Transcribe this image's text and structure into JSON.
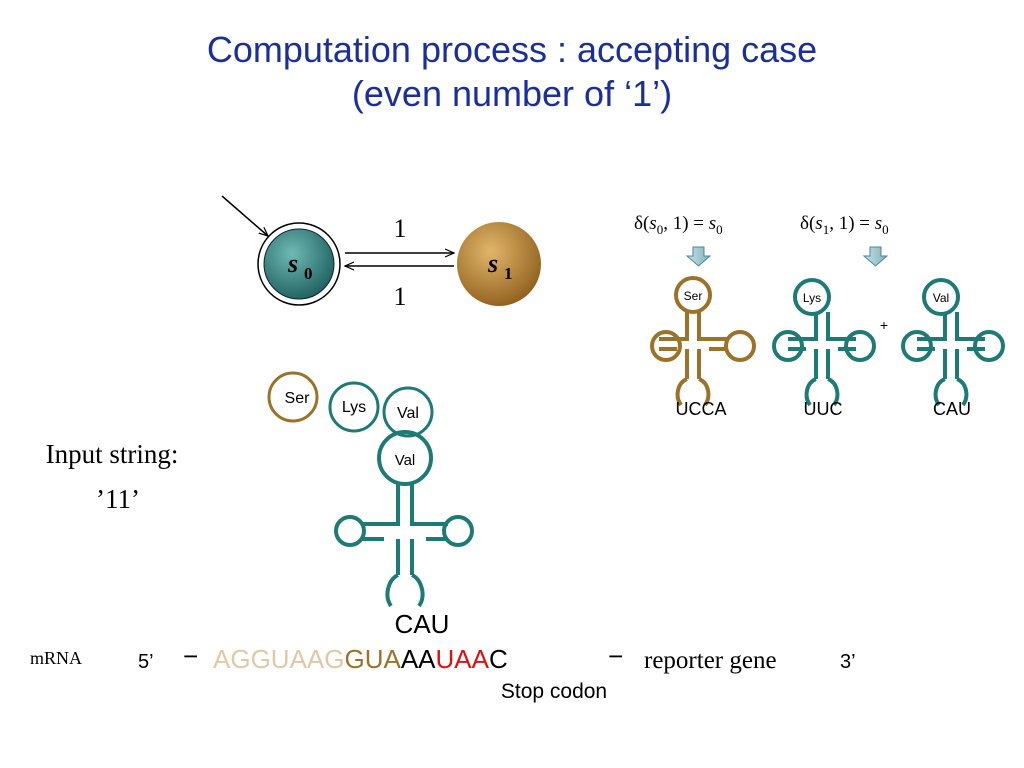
{
  "slide": {
    "title_line1": "Computation process : accepting case",
    "title_line2": "(even number of ‘1’)"
  },
  "automaton": {
    "state0": {
      "letter": "s",
      "index": "0",
      "color": "#2a8080"
    },
    "state1": {
      "letter": "s",
      "index": "1",
      "color": "#b5822e"
    },
    "edge_top_label": "1",
    "edge_bottom_label": "1"
  },
  "transitions": [
    {
      "delta": "δ(",
      "state": "s",
      "state_index": "0",
      "rest": ", 1) = ",
      "result": "s",
      "result_index": "0"
    },
    {
      "delta": "δ(",
      "state": "s",
      "state_index": "1",
      "rest": ", 1) = ",
      "result": "s",
      "result_index": "0"
    }
  ],
  "trna_rules": [
    {
      "amino": "Ser",
      "anticodon": "UCCA",
      "color": "#9c7128"
    },
    {
      "amino": "Lys",
      "anticodon": "UUC",
      "color": "#1d7a74"
    },
    {
      "amino": "Val",
      "anticodon": "CAU",
      "color": "#1d7a74"
    }
  ],
  "plus_sign": "+",
  "chain": {
    "amino_acids": [
      "Ser",
      "Lys",
      "Val"
    ],
    "trna_amino": "Val",
    "trna_anticodon": "CAU"
  },
  "input": {
    "label": "Input string:",
    "value": "’11’"
  },
  "mrna": {
    "label": "mRNA",
    "five_prime": "5’",
    "dash1": "−",
    "segments": [
      {
        "text": "AGGUAAG",
        "color": "#e0c9a6"
      },
      {
        "text": "GUA",
        "color": "#9c7128"
      },
      {
        "text": "AA",
        "color": "#000000"
      },
      {
        "text": "UAA",
        "color": "#e01010"
      },
      {
        "text": "C",
        "color": "#000000"
      }
    ],
    "dash2": "−",
    "reporter": "reporter gene",
    "three_prime": "3’",
    "stop_codon_label": "Stop codon"
  }
}
